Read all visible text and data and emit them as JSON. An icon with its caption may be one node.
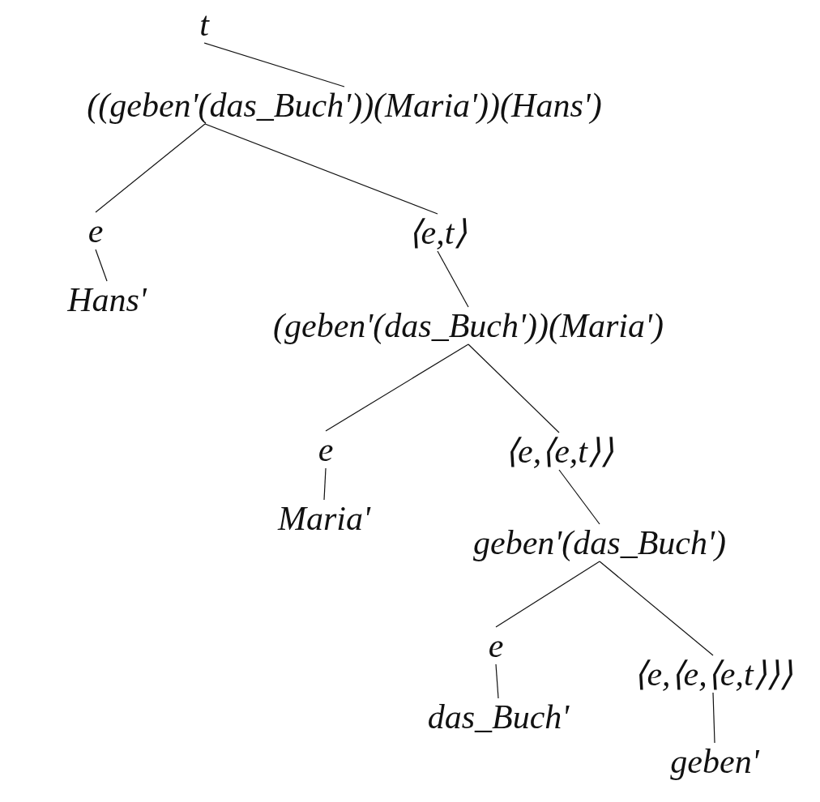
{
  "diagram": {
    "nodes": [
      {
        "text": [
          "t"
        ]
      },
      {
        "text": [
          "((geben'(das_Buch'))(Maria'))(Hans')"
        ]
      },
      {
        "text": [
          "e"
        ]
      },
      {
        "text": [
          "Hans'"
        ]
      },
      {
        "text": [
          "⟨e,t⟩"
        ]
      },
      {
        "text": [
          "(geben'(das_Buch'))(Maria')"
        ]
      },
      {
        "text": [
          "e"
        ]
      },
      {
        "text": [
          "Maria'"
        ]
      },
      {
        "text": [
          "⟨e,⟨e,t⟩⟩"
        ]
      },
      {
        "text": [
          "geben'(das_Buch')"
        ]
      },
      {
        "text": [
          "e"
        ]
      },
      {
        "text": [
          "das_Buch'"
        ]
      },
      {
        "text": [
          "⟨e,⟨e,⟨e,t⟩⟩⟩"
        ]
      },
      {
        "text": [
          "geben'"
        ]
      }
    ],
    "edges": [
      {
        "from": 0,
        "to": 1,
        "arrow": "none"
      },
      {
        "from": 1,
        "to": 2,
        "arrow": "none"
      },
      {
        "from": 1,
        "to": 4,
        "arrow": "none"
      },
      {
        "from": 2,
        "to": 3,
        "arrow": "none"
      },
      {
        "from": 4,
        "to": 5,
        "arrow": "none"
      },
      {
        "from": 5,
        "to": 6,
        "arrow": "none"
      },
      {
        "from": 5,
        "to": 8,
        "arrow": "none"
      },
      {
        "from": 6,
        "to": 7,
        "arrow": "none"
      },
      {
        "from": 8,
        "to": 9,
        "arrow": "none"
      },
      {
        "from": 9,
        "to": 10,
        "arrow": "none"
      },
      {
        "from": 9,
        "to": 12,
        "arrow": "none"
      },
      {
        "from": 10,
        "to": 11,
        "arrow": "none"
      },
      {
        "from": 12,
        "to": 13,
        "arrow": "none"
      }
    ]
  }
}
